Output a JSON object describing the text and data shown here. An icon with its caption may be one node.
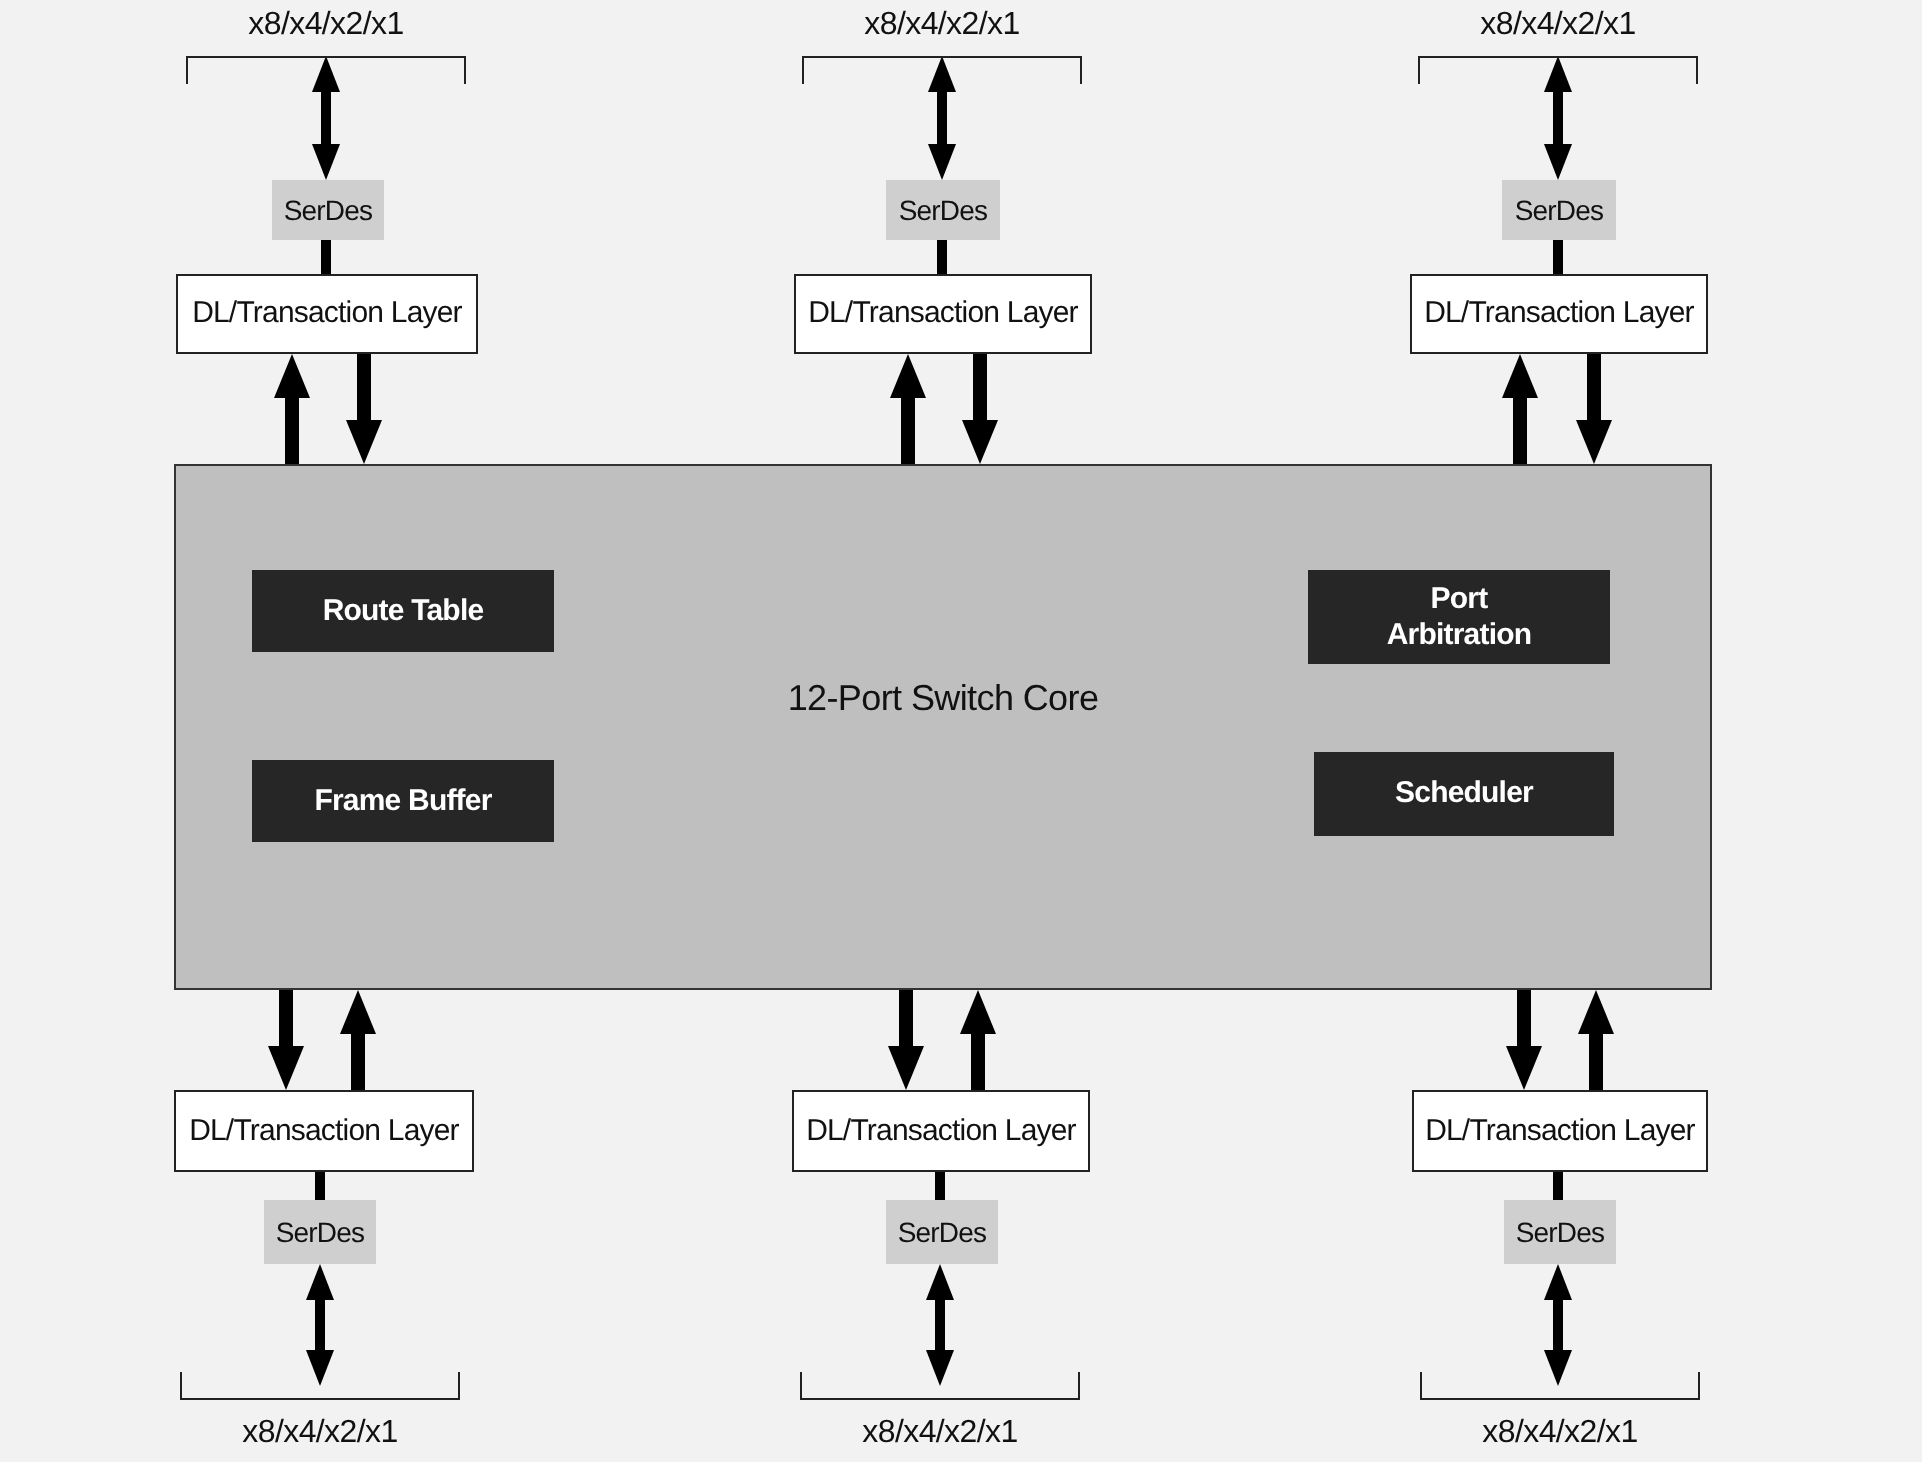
{
  "diagram": {
    "nodes": [
      {
        "text": [
          "x8/x4/x2/x1"
        ]
      },
      {
        "text": [
          "SerDes"
        ]
      },
      {
        "text": [
          "DL/Transaction Layer"
        ]
      },
      {
        "text": [
          "x8/x4/x2/x1"
        ]
      },
      {
        "text": [
          "SerDes"
        ]
      },
      {
        "text": [
          "DL/Transaction Layer"
        ]
      },
      {
        "text": [
          "x8/x4/x2/x1"
        ]
      },
      {
        "text": [
          "SerDes"
        ]
      },
      {
        "text": [
          "DL/Transaction Layer"
        ]
      },
      {
        "text": [
          "12-Port Switch Core"
        ]
      },
      {
        "text": [
          "Route Table"
        ],
        "in": 9
      },
      {
        "text": [
          "Port Arbitration"
        ],
        "in": 9
      },
      {
        "text": [
          "Frame Buffer"
        ],
        "in": 9
      },
      {
        "text": [
          "Scheduler"
        ],
        "in": 9
      },
      {
        "text": [
          "DL/Transaction Layer"
        ]
      },
      {
        "text": [
          "SerDes"
        ]
      },
      {
        "text": [
          "x8/x4/x2/x1"
        ]
      },
      {
        "text": [
          "DL/Transaction Layer"
        ]
      },
      {
        "text": [
          "SerDes"
        ]
      },
      {
        "text": [
          "x8/x4/x2/x1"
        ]
      },
      {
        "text": [
          "DL/Transaction Layer"
        ]
      },
      {
        "text": [
          "SerDes"
        ]
      },
      {
        "text": [
          "x8/x4/x2/x1"
        ]
      }
    ],
    "edges": [
      {
        "from": 0,
        "to": 1,
        "arrow": "both"
      },
      {
        "from": 1,
        "to": 2,
        "arrow": "none"
      },
      {
        "from": 9,
        "to": 2,
        "arrow": "to"
      },
      {
        "from": 2,
        "to": 9,
        "arrow": "to"
      },
      {
        "from": 3,
        "to": 4,
        "arrow": "both"
      },
      {
        "from": 4,
        "to": 5,
        "arrow": "none"
      },
      {
        "from": 9,
        "to": 5,
        "arrow": "to"
      },
      {
        "from": 5,
        "to": 9,
        "arrow": "to"
      },
      {
        "from": 6,
        "to": 7,
        "arrow": "both"
      },
      {
        "from": 7,
        "to": 8,
        "arrow": "none"
      },
      {
        "from": 9,
        "to": 8,
        "arrow": "to"
      },
      {
        "from": 8,
        "to": 9,
        "arrow": "to"
      },
      {
        "from": 9,
        "to": 14,
        "arrow": "to"
      },
      {
        "from": 14,
        "to": 9,
        "arrow": "to"
      },
      {
        "from": 14,
        "to": 15,
        "arrow": "none"
      },
      {
        "from": 15,
        "to": 16,
        "arrow": "both"
      },
      {
        "from": 9,
        "to": 17,
        "arrow": "to"
      },
      {
        "from": 17,
        "to": 9,
        "arrow": "to"
      },
      {
        "from": 17,
        "to": 18,
        "arrow": "none"
      },
      {
        "from": 18,
        "to": 19,
        "arrow": "both"
      },
      {
        "from": 9,
        "to": 20,
        "arrow": "to"
      },
      {
        "from": 20,
        "to": 9,
        "arrow": "to"
      },
      {
        "from": 20,
        "to": 21,
        "arrow": "none"
      },
      {
        "from": 21,
        "to": 22,
        "arrow": "both"
      }
    ]
  }
}
